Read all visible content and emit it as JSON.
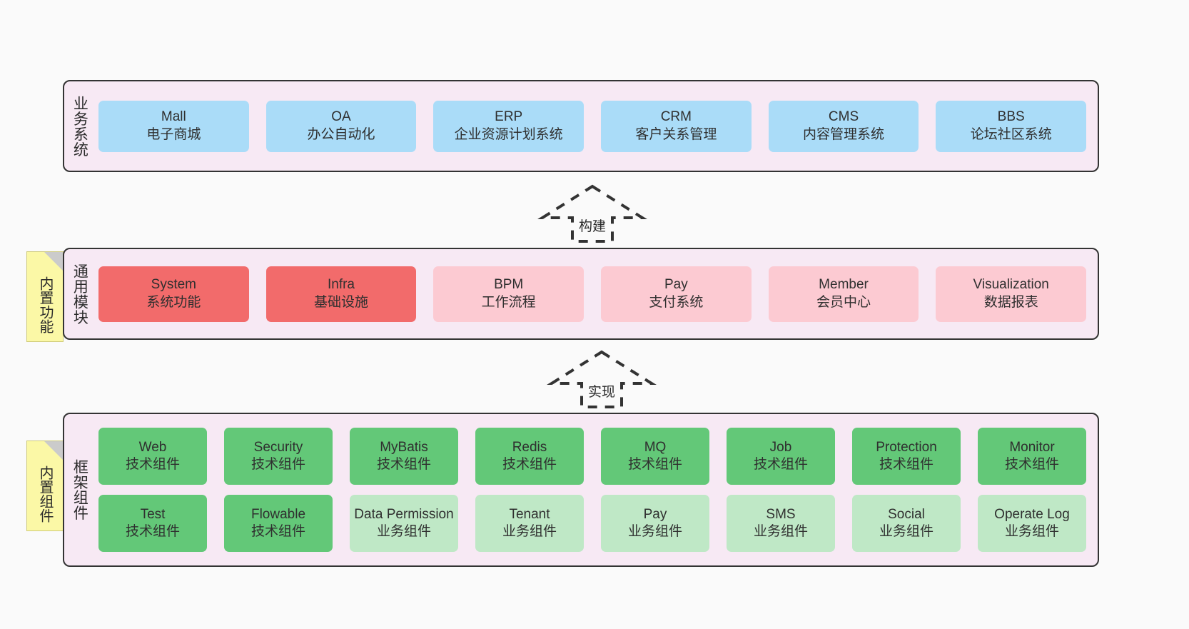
{
  "diagram": {
    "background_color": "#fafafa",
    "layer_fill": "#f7e9f4",
    "layer_border": "#333333"
  },
  "layers": [
    {
      "id": "business",
      "title": "业务系统",
      "rows": [
        {
          "cards": [
            {
              "name": "Mall",
              "sub": "电子商城",
              "color": "#aadcf8",
              "variant": "c-blue"
            },
            {
              "name": "OA",
              "sub": "办公自动化",
              "color": "#aadcf8",
              "variant": "c-blue"
            },
            {
              "name": "ERP",
              "sub": "企业资源计划系统",
              "color": "#aadcf8",
              "variant": "c-blue"
            },
            {
              "name": "CRM",
              "sub": "客户关系管理",
              "color": "#aadcf8",
              "variant": "c-blue"
            },
            {
              "name": "CMS",
              "sub": "内容管理系统",
              "color": "#aadcf8",
              "variant": "c-blue"
            },
            {
              "name": "BBS",
              "sub": "论坛社区系统",
              "color": "#aadcf8",
              "variant": "c-blue"
            }
          ]
        }
      ]
    },
    {
      "id": "common",
      "title": "通用模块",
      "rows": [
        {
          "cards": [
            {
              "name": "System",
              "sub": "系统功能",
              "color": "#f26b6b",
              "variant": "c-red"
            },
            {
              "name": "Infra",
              "sub": "基础设施",
              "color": "#f26b6b",
              "variant": "c-red"
            },
            {
              "name": "BPM",
              "sub": "工作流程",
              "color": "#fccad2",
              "variant": "c-pink"
            },
            {
              "name": "Pay",
              "sub": "支付系统",
              "color": "#fccad2",
              "variant": "c-pink"
            },
            {
              "name": "Member",
              "sub": "会员中心",
              "color": "#fccad2",
              "variant": "c-pink"
            },
            {
              "name": "Visualization",
              "sub": "数据报表",
              "color": "#fccad2",
              "variant": "c-pink"
            }
          ]
        }
      ]
    },
    {
      "id": "framework",
      "title": "框架组件",
      "rows": [
        {
          "cards": [
            {
              "name": "Web",
              "sub": "技术组件",
              "color": "#63c878",
              "variant": "c-green"
            },
            {
              "name": "Security",
              "sub": "技术组件",
              "color": "#63c878",
              "variant": "c-green"
            },
            {
              "name": "MyBatis",
              "sub": "技术组件",
              "color": "#63c878",
              "variant": "c-green"
            },
            {
              "name": "Redis",
              "sub": "技术组件",
              "color": "#63c878",
              "variant": "c-green"
            },
            {
              "name": "MQ",
              "sub": "技术组件",
              "color": "#63c878",
              "variant": "c-green"
            },
            {
              "name": "Job",
              "sub": "技术组件",
              "color": "#63c878",
              "variant": "c-green"
            },
            {
              "name": "Protection",
              "sub": "技术组件",
              "color": "#63c878",
              "variant": "c-green"
            },
            {
              "name": "Monitor",
              "sub": "技术组件",
              "color": "#63c878",
              "variant": "c-green"
            }
          ]
        },
        {
          "cards": [
            {
              "name": "Test",
              "sub": "技术组件",
              "color": "#63c878",
              "variant": "c-green"
            },
            {
              "name": "Flowable",
              "sub": "技术组件",
              "color": "#63c878",
              "variant": "c-green"
            },
            {
              "name": "Data Permission",
              "sub": "业务组件",
              "color": "#bfe8c6",
              "variant": "c-lightgreen"
            },
            {
              "name": "Tenant",
              "sub": "业务组件",
              "color": "#bfe8c6",
              "variant": "c-lightgreen"
            },
            {
              "name": "Pay",
              "sub": "业务组件",
              "color": "#bfe8c6",
              "variant": "c-lightgreen"
            },
            {
              "name": "SMS",
              "sub": "业务组件",
              "color": "#bfe8c6",
              "variant": "c-lightgreen"
            },
            {
              "name": "Social",
              "sub": "业务组件",
              "color": "#bfe8c6",
              "variant": "c-lightgreen"
            },
            {
              "name": "Operate Log",
              "sub": "业务组件",
              "color": "#bfe8c6",
              "variant": "c-lightgreen"
            }
          ]
        }
      ]
    }
  ],
  "notes": [
    {
      "id": "builtin-func",
      "text": "内置功能",
      "color": "#fbf8a6"
    },
    {
      "id": "builtin-comp",
      "text": "内置组件",
      "color": "#fbf8a6"
    }
  ],
  "arrows": [
    {
      "id": "build",
      "label": "构建",
      "style": "dashed-hollow-up"
    },
    {
      "id": "impl",
      "label": "实现",
      "style": "dashed-hollow-up"
    }
  ]
}
